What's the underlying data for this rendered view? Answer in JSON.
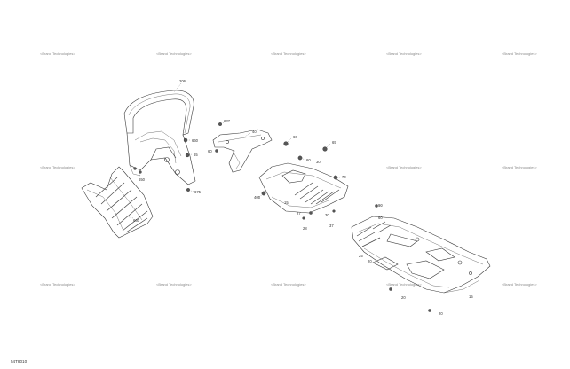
{
  "watermark_text": "<Brand Technologies>",
  "document_id": "54T8010",
  "callouts": {
    "handle_frame": "206",
    "bracket_upper": "637",
    "bracket_label": "40",
    "bolt_a": "660",
    "bolt_b": "65",
    "bolt_c": "60",
    "bolt_d": "675",
    "bolt_e": "650",
    "front_skid": "660",
    "mid_bolt_1": "60",
    "mid_bolt_2": "65",
    "mid_bolt_3": "60",
    "mid_bolt_4": "30",
    "mid_bolt_5": "70",
    "mid_left_1": "405",
    "mid_left_2": "15",
    "mid_lower_1": "27",
    "mid_lower_2": "28",
    "mid_lower_3": "30",
    "mid_lower_4": "37",
    "rear_top": "90",
    "rear_1": "60",
    "rear_2": "25",
    "rear_3": "20",
    "rear_4": "15",
    "rear_5": "20",
    "rear_6": "20"
  }
}
